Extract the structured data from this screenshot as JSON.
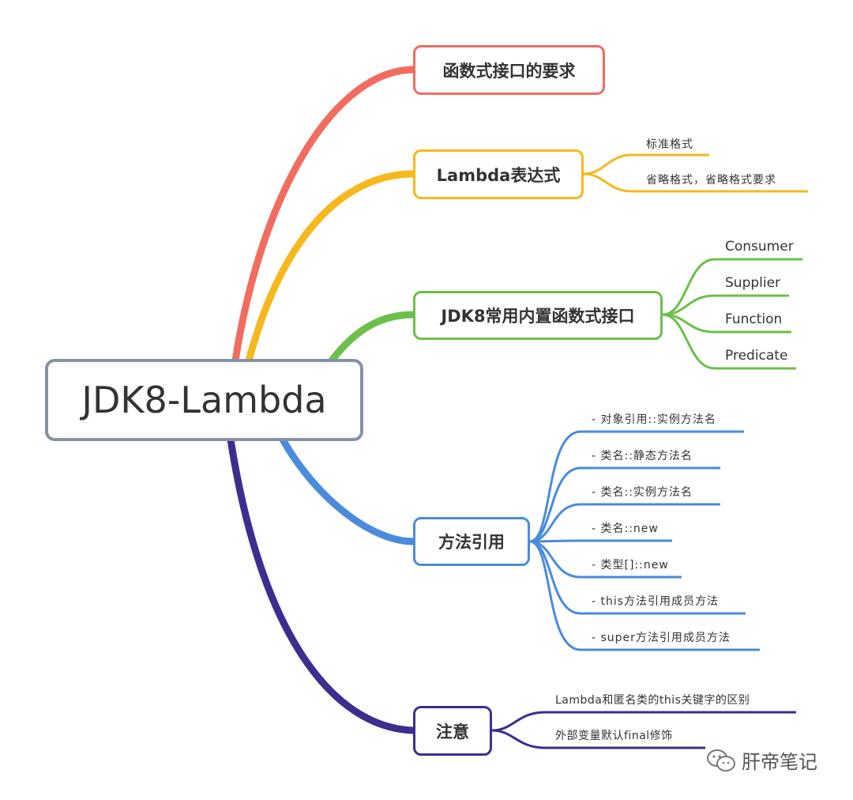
{
  "root": {
    "label": "JDK8-Lambda"
  },
  "branches": [
    {
      "label": "函数式接口的要求",
      "color": "#f26c5f",
      "children": []
    },
    {
      "label": "Lambda表达式",
      "color": "#f6b81c",
      "children": [
        "标准格式",
        "省略格式，省略格式要求"
      ]
    },
    {
      "label": "JDK8常用内置函数式接口",
      "color": "#6cc04a",
      "children": [
        "Consumer",
        "Supplier",
        "Function",
        "Predicate"
      ]
    },
    {
      "label": "方法引用",
      "color": "#4a8bdc",
      "children": [
        "- 对象引用::实例方法名",
        "- 类名::静态方法名",
        "- 类名::实例方法名",
        "- 类名::new",
        "- 类型[]::new",
        "- this方法引用成员方法",
        "- super方法引用成员方法"
      ]
    },
    {
      "label": "注意",
      "color": "#3e2d8f",
      "children": [
        "Lambda和匿名类的this关键字的区别",
        "外部变量默认final修饰"
      ]
    }
  ],
  "watermark": {
    "text": "肝帝笔记",
    "icon": "wechat-icon"
  }
}
